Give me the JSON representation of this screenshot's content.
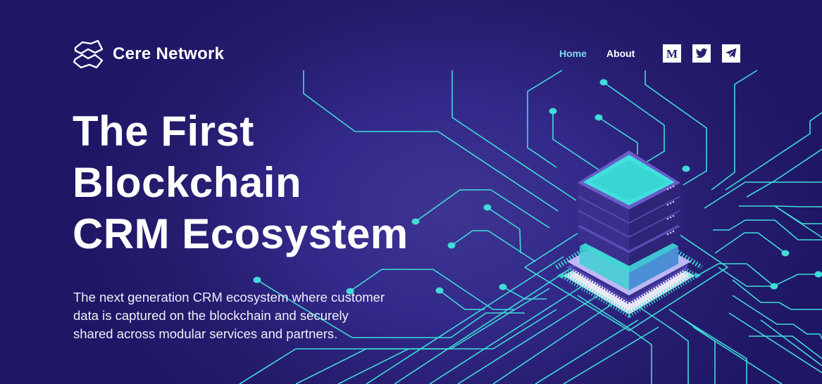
{
  "header": {
    "brand": "Cere Network",
    "nav": [
      {
        "label": "Home",
        "active": true
      },
      {
        "label": "About",
        "active": false
      }
    ],
    "social": [
      {
        "name": "medium-icon",
        "label": "M"
      },
      {
        "name": "twitter-icon"
      },
      {
        "name": "telegram-icon"
      }
    ]
  },
  "hero": {
    "title_lines": [
      "The First",
      "Blockchain",
      "CRM Ecosystem"
    ],
    "subtitle_lines": [
      "The next generation CRM ecosystem where customer",
      "data is captured on the blockchain and securely",
      "shared across modular services and partners."
    ]
  },
  "colors": {
    "background": "#251c6e",
    "accent_cyan": "#3fe0dd",
    "nav_active": "#7fd7ee",
    "server_purple": "#4b3fa3"
  }
}
